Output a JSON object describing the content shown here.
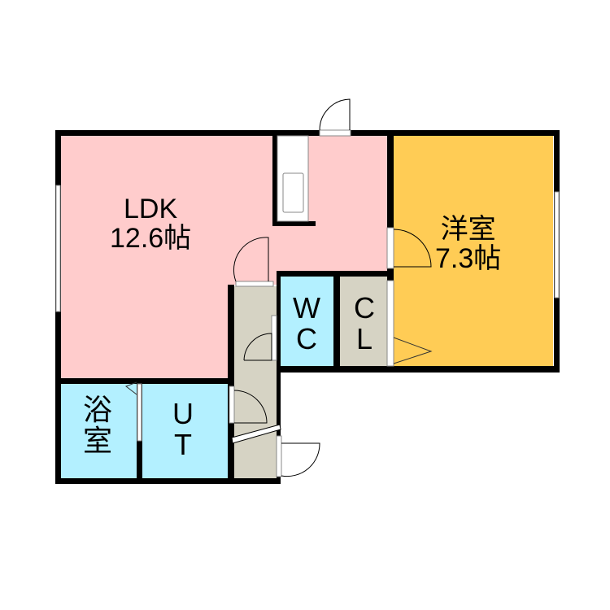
{
  "rooms": {
    "ldk": {
      "name": "LDK",
      "size": "12.6帖"
    },
    "western": {
      "name": "洋室",
      "size": "7.3帖"
    },
    "wc": {
      "line1": "W",
      "line2": "C"
    },
    "cl": {
      "line1": "C",
      "line2": "L"
    },
    "bath": {
      "line1": "浴",
      "line2": "室"
    },
    "ut": {
      "line1": "U",
      "line2": "T"
    }
  },
  "colors": {
    "ldk": "#FFCCCC",
    "western": "#FFCC55",
    "wet": "#B3F0FF",
    "storage": "#D6D3C4",
    "wall": "#000000"
  }
}
